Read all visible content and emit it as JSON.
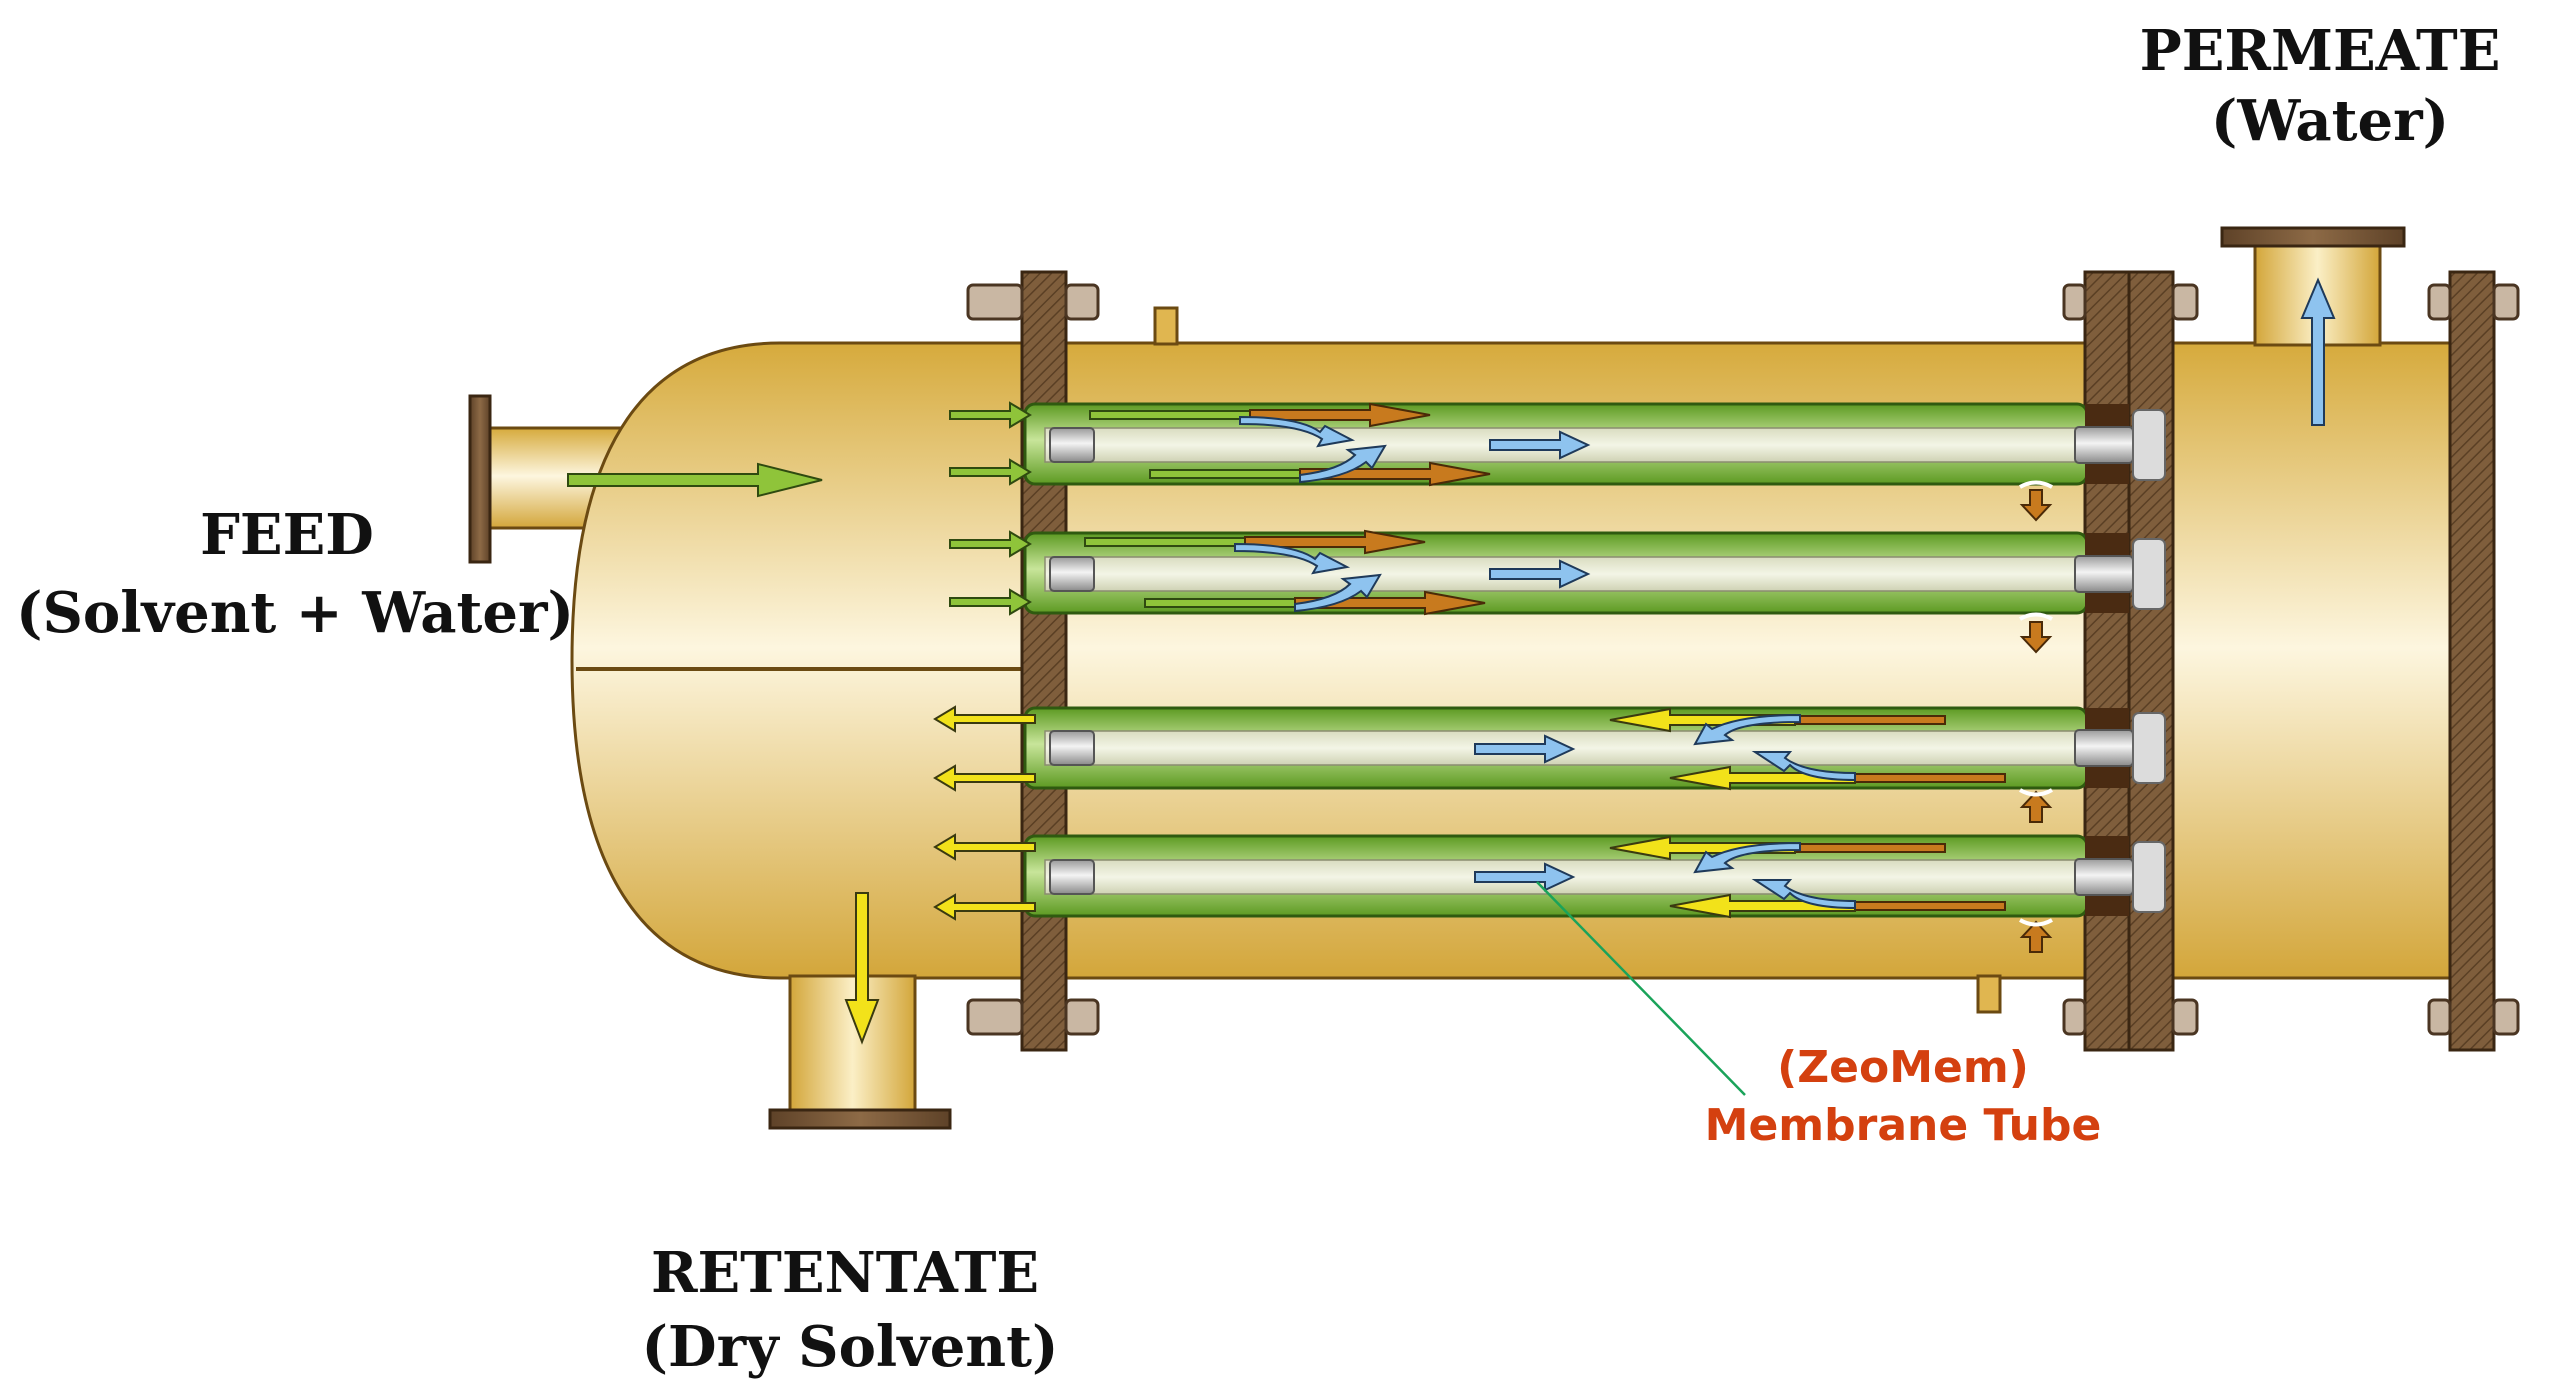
{
  "labels": {
    "feed_title": "FEED",
    "feed_sub": "(Solvent + Water)",
    "permeate_title": "PERMEATE",
    "permeate_sub": "(Water)",
    "retentate_title": "RETENTATE",
    "retentate_sub": "(Dry Solvent)",
    "membrane_line1": "(ZeoMem)",
    "membrane_line2": "Membrane Tube"
  },
  "colors": {
    "shell": "#e4bf5c",
    "shell_outline": "#6b4a12",
    "flange": "#7b5a3a",
    "tube": "#8cc23f",
    "feed_arrow": "#8fc43a",
    "retentate_arrow": "#f2e21a",
    "permeate_arrow": "#8ec3ef",
    "water_arrow": "#c87a1e",
    "membrane_label": "#d4400f",
    "leader_line": "#1aa35a"
  }
}
